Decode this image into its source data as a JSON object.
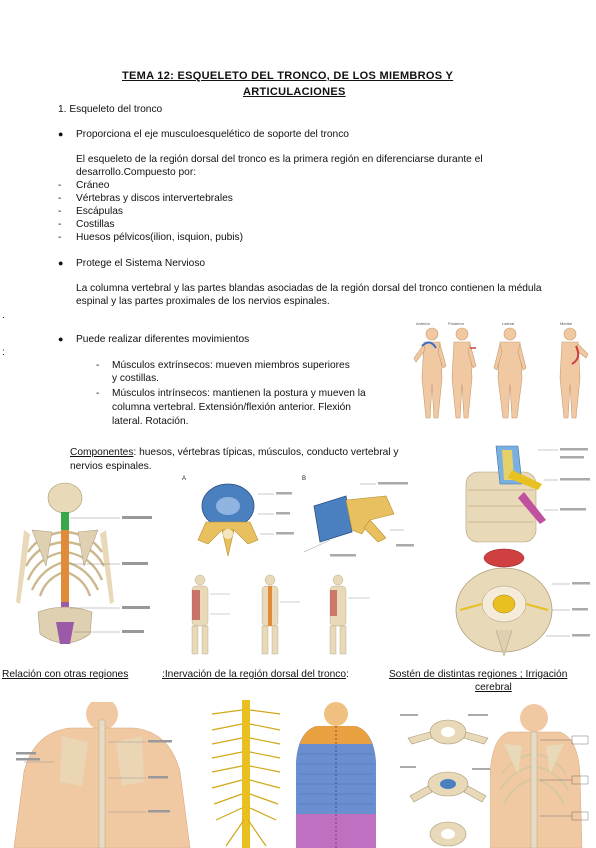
{
  "document": {
    "title_line1": "TEMA 12: ESQUELETO DEL TRONCO, DE LOS MIEMBROS Y",
    "title_line2": "ARTICULACIONES",
    "section1": "1.  Esqueleto del tronco",
    "bullets": [
      "Proporciona el eje musculoesquelético de soporte del tronco",
      "Protege el Sistema Nervioso",
      "Puede realizar diferentes movimientos"
    ],
    "para1_line1": "El esqueleto de la región dorsal del tronco es la primera región en diferenciarse durante el",
    "para1_line2": "desarrollo.Compuesto por:",
    "list": [
      "Cráneo",
      "Vértebras y discos intervertebrales",
      "Escápulas",
      "Costillas",
      "Huesos pélvicos(ilion, isquion, pubis)"
    ],
    "para2_line1": "La columna vertebral y las partes blandas asociadas de la región dorsal del tronco contienen la médula",
    "para2_line2": "espinal y las partes proximales de los nervios espinales.",
    "muscles": [
      {
        "line1": "Músculos extrínsecos: mueven miembros superiores",
        "line2": "y costillas."
      },
      {
        "line1": "Músculos intrínsecos: mantienen la postura y mueven la",
        "line2": "columna vertebral. Extensión/flexión anterior. Flexión",
        "line3": "lateral. Rotación."
      }
    ],
    "componentes_label": "Componentes",
    "componentes_rest": ": huesos, vértebras típicas, músculos, conducto vertebral y",
    "componentes_line2": "nervios espinales.",
    "footer_1": "Relación con otras regiones",
    "footer_2": ":Inervación de la región dorsal del tronco",
    "footer_3": "Sostén de distintas regiones ; Irrigación",
    "footer_3b": "cerebral",
    "margin_marks": [
      ".",
      ":"
    ]
  },
  "figures": {
    "fig_a_label": "A",
    "fig_b_label": "B",
    "panel_labels": [
      "Anterior",
      "Posterior",
      "Lateral",
      "Medial"
    ]
  },
  "colors": {
    "bone": "#e8d9b8",
    "skin": "#f0c9a3",
    "disc": "#4a7fc0",
    "nerve": "#e8c020",
    "cervical": "#3aa84a",
    "thoracic": "#e08a3a",
    "lumbar": "#9a5aa8",
    "muscle": "#c0504d"
  }
}
